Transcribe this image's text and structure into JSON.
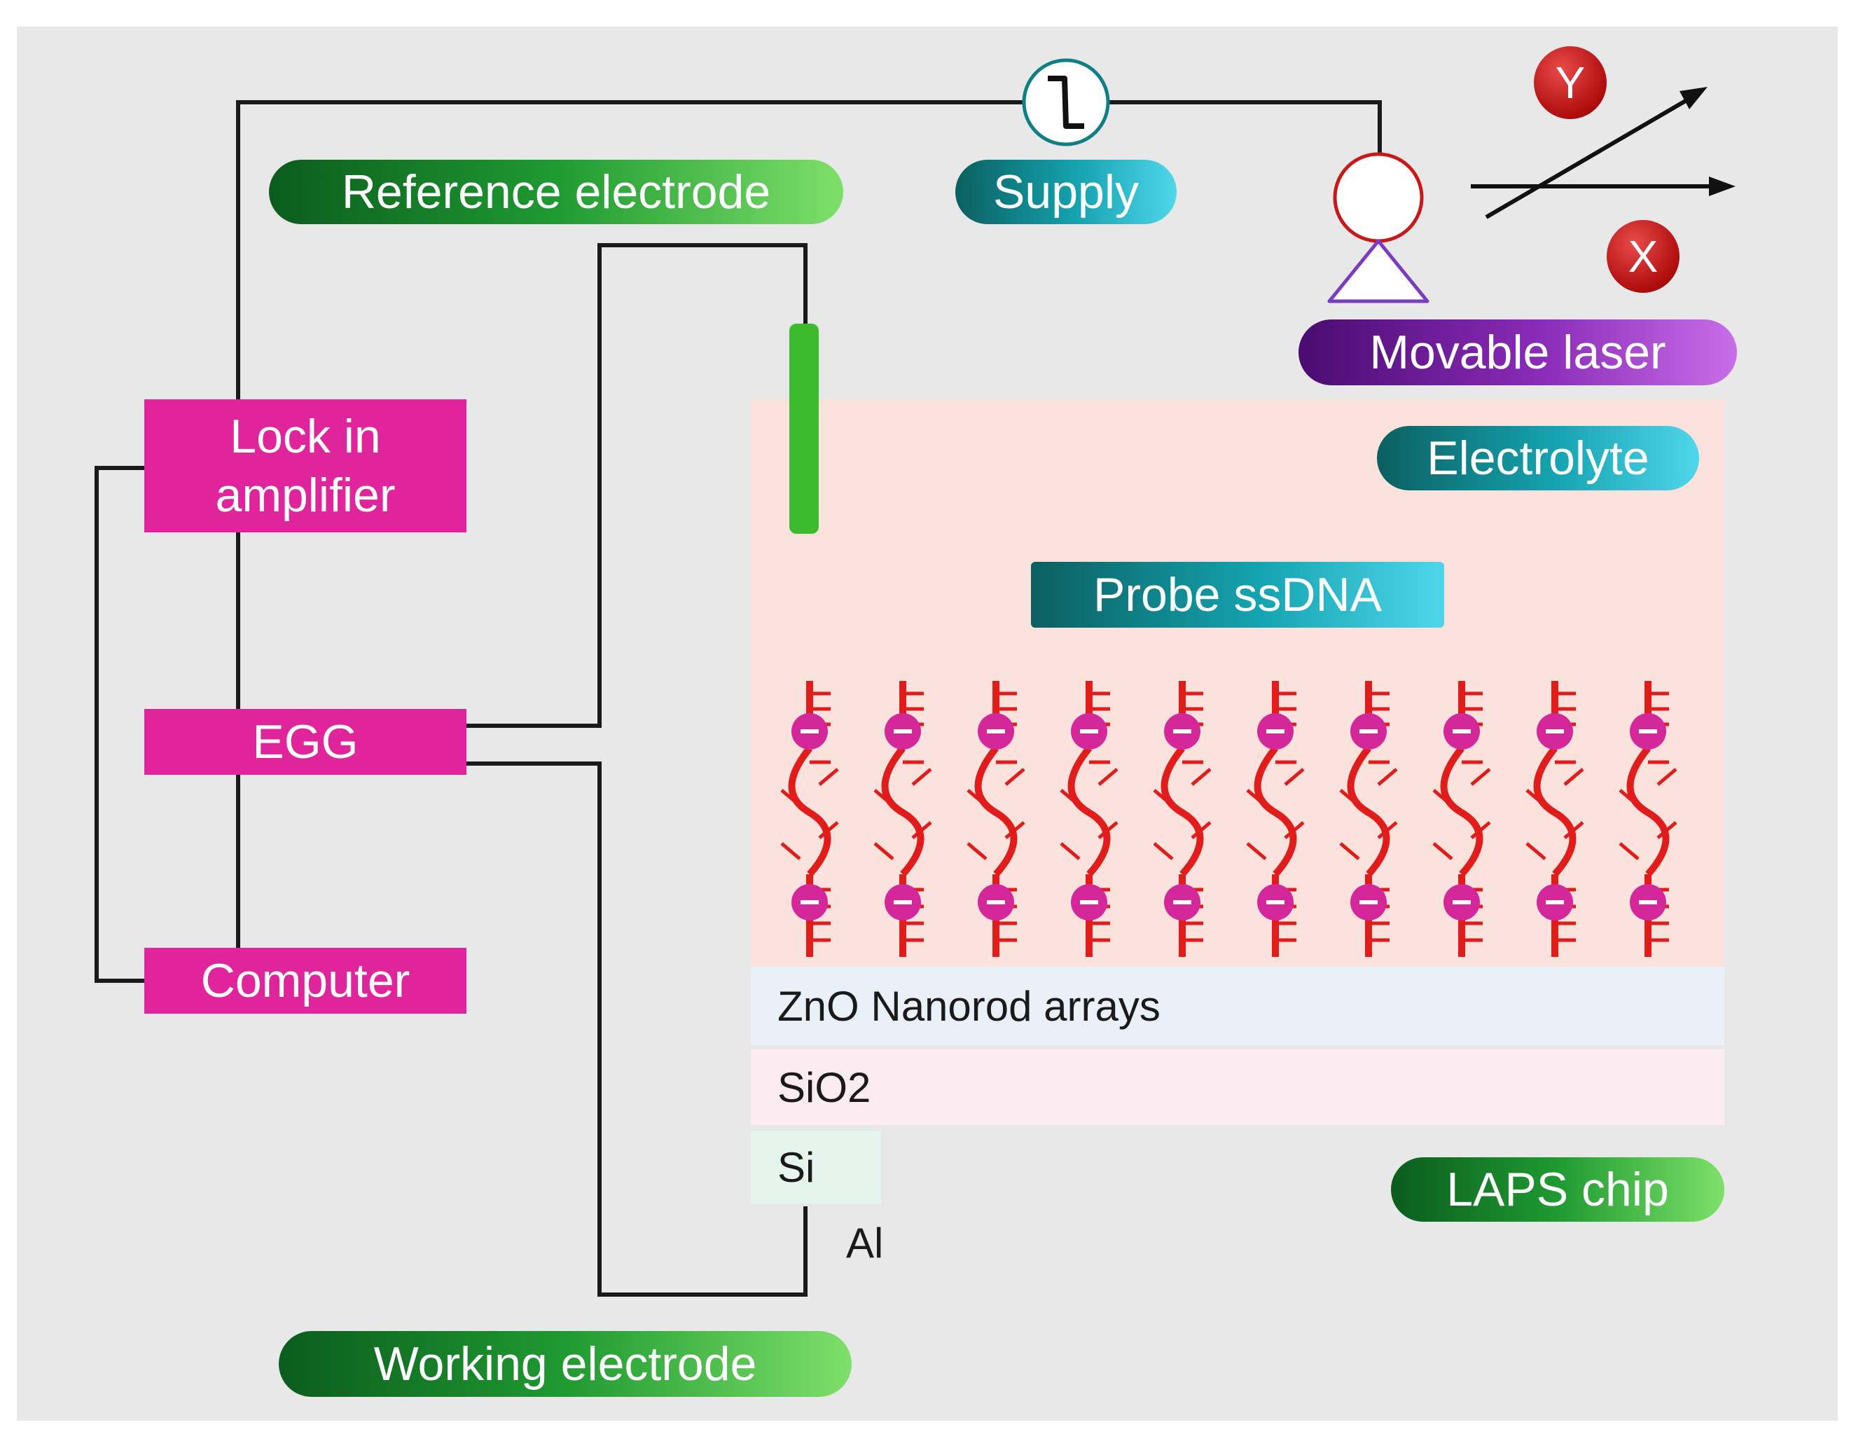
{
  "labels": {
    "reference_electrode": "Reference electrode",
    "supply": "Supply",
    "movable_laser": "Movable laser",
    "electrolyte": "Electrolyte",
    "probe_ssdna": "Probe ssDNA",
    "lock_in_amplifier_line1": "Lock in",
    "lock_in_amplifier_line2": "amplifier",
    "egg": "EGG",
    "computer": "Computer",
    "zno_layer": "ZnO Nanorod arrays",
    "sio2_layer": "SiO2",
    "si_layer": "Si",
    "al_label": "Al",
    "laps_chip": "LAPS chip",
    "working_electrode": "Working electrode",
    "axis_y": "Y",
    "axis_x": "X"
  },
  "icons": {
    "supply": "ac-source-icon",
    "laser": "laser-head-icon",
    "charge": "negative-charge-icon"
  },
  "colors": {
    "background": "#e8e8e8",
    "electrolyte": "#fbe2dc",
    "zno": "#eaf0f8",
    "sio2": "#fcebf1",
    "si": "#e6f4ee",
    "box": "#e0249c",
    "dna": "#e21b1b",
    "charge": "#d4279a",
    "reference_electrode": "#3dbb2f",
    "wire": "#1a1a1a"
  },
  "dna_strand_count": 10
}
